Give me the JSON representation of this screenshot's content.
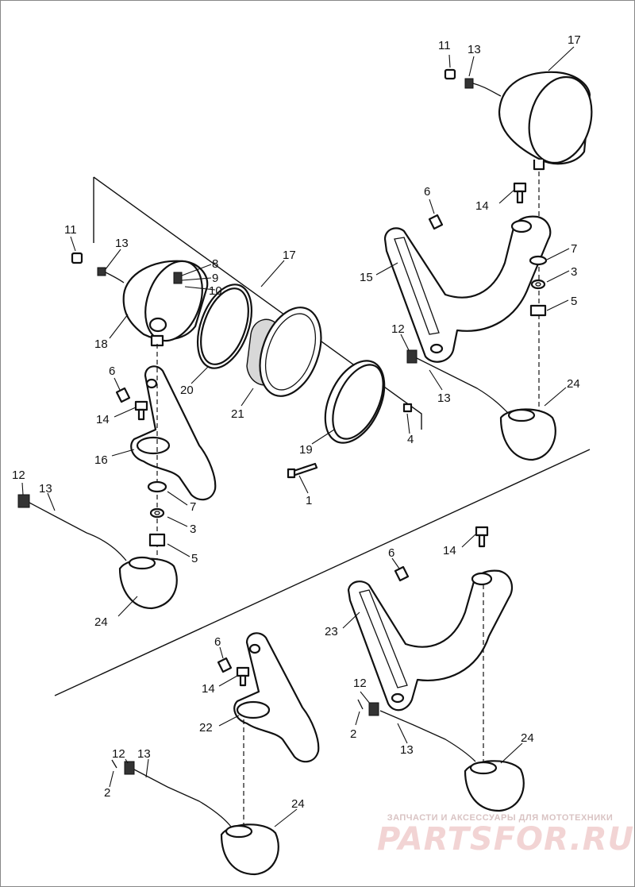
{
  "diagram": {
    "callouts": {
      "c11a": "11",
      "c13a": "13",
      "c17a": "17",
      "c11b": "11",
      "c13b": "13",
      "c8": "8",
      "c9": "9",
      "c10": "10",
      "c17b": "17",
      "c18": "18",
      "c20": "20",
      "c21": "21",
      "c19": "19",
      "c4": "4",
      "c1": "1",
      "c6a": "6",
      "c14a": "14",
      "c15": "15",
      "c7a": "7",
      "c3a": "3",
      "c5a": "5",
      "c12a": "12",
      "c13c": "13",
      "c24a": "24",
      "c6b": "6",
      "c14b": "14",
      "c16": "16",
      "c7b": "7",
      "c3b": "3",
      "c5b": "5",
      "c12b": "12",
      "c13d": "13",
      "c24b": "24",
      "c6c": "6",
      "c14c": "14",
      "c23": "23",
      "c6d": "6",
      "c14d": "14",
      "c22": "22",
      "c12c": "12",
      "c2a": "2",
      "c13e": "13",
      "c24c": "24",
      "c12d": "12",
      "c13f": "13",
      "c2b": "2",
      "c24d": "24"
    }
  },
  "watermark": {
    "tagline": "ЗАПЧАСТИ И АКСЕССУАРЫ ДЛЯ МОТОТЕХНИКИ",
    "brand": "PARTSFOR.RU",
    "color": "#f2d4d4"
  }
}
